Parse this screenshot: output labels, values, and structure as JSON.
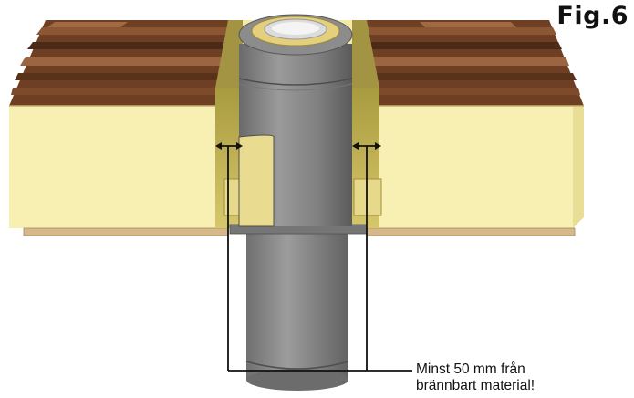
{
  "figure": {
    "label": "Fig.6"
  },
  "note": {
    "line1": "Minst 50 mm från",
    "line2": "brännbart material!"
  },
  "colors": {
    "wood_dark": "#4b2a17",
    "wood_mid": "#6e3f22",
    "wood_light": "#8a5634",
    "insulation": "#f7f0b2",
    "insulation_side": "#f1e79a",
    "particle_board": "#d6b98a",
    "pipe_gray": "#8a8a8a",
    "pipe_dark": "#5e5e5e",
    "collar_gold": "#e3cf7c",
    "cavity_olive": "#bcae52",
    "line": "#111111"
  },
  "icons": {
    "dimension_marker": "double-arrow-icon"
  }
}
